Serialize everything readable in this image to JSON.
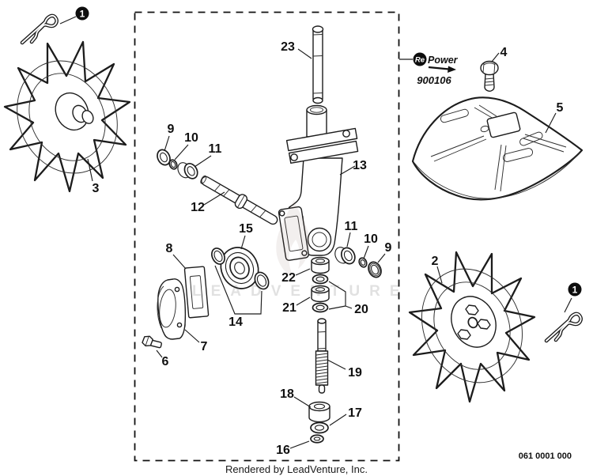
{
  "footer": {
    "rendered_by": "Rendered by LeadVenture, Inc."
  },
  "doc_number": "061 0001 000",
  "watermark": "LEADVENTURE",
  "logo": {
    "re": "Re",
    "power": "Power",
    "part_number": "900106"
  },
  "callouts": {
    "n1": "1",
    "n2": "2",
    "n3": "3",
    "n4": "4",
    "n5": "5",
    "n6": "6",
    "n7": "7",
    "n8": "8",
    "n9": "9",
    "n10": "10",
    "n11": "11",
    "n12": "12",
    "n13": "13",
    "n14": "14",
    "n15": "15",
    "n16": "16",
    "n17": "17",
    "n18": "18",
    "n19": "19",
    "n20": "20",
    "n21": "21",
    "n22": "22",
    "n23": "23"
  }
}
